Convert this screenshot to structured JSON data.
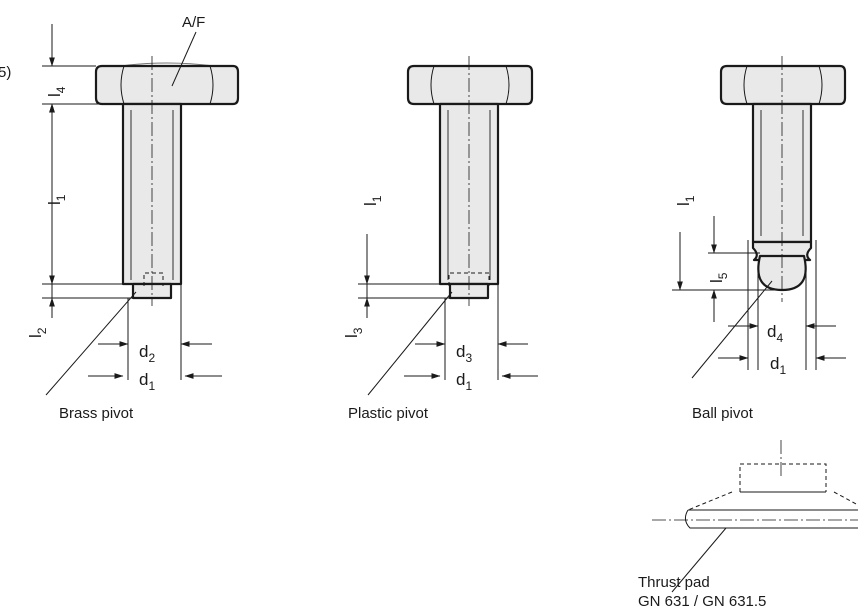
{
  "edge_text": "5)",
  "views": [
    {
      "id": "brass",
      "caption": "Brass pivot",
      "length_label": "l",
      "length_sub": "1",
      "tip_label": "l",
      "tip_sub": "2",
      "inner_dia": "d",
      "inner_sub": "2",
      "outer_dia": "d",
      "outer_sub": "1"
    },
    {
      "id": "plastic",
      "caption": "Plastic pivot",
      "length_label": "l",
      "length_sub": "1",
      "tip_label": "l",
      "tip_sub": "3",
      "inner_dia": "d",
      "inner_sub": "3",
      "outer_dia": "d",
      "outer_sub": "1"
    },
    {
      "id": "ball",
      "caption": "Ball pivot",
      "length_label": "l",
      "length_sub": "1",
      "tip_label": "l",
      "tip_sub": "5",
      "inner_dia": "d",
      "inner_sub": "4",
      "outer_dia": "d",
      "outer_sub": "1"
    }
  ],
  "head_height_label": "l",
  "head_height_sub": "4",
  "af_label": "A/F",
  "thrust_pad": {
    "caption_line1": "Thrust pad",
    "caption_line2": "GN 631 / GN 631.5"
  }
}
